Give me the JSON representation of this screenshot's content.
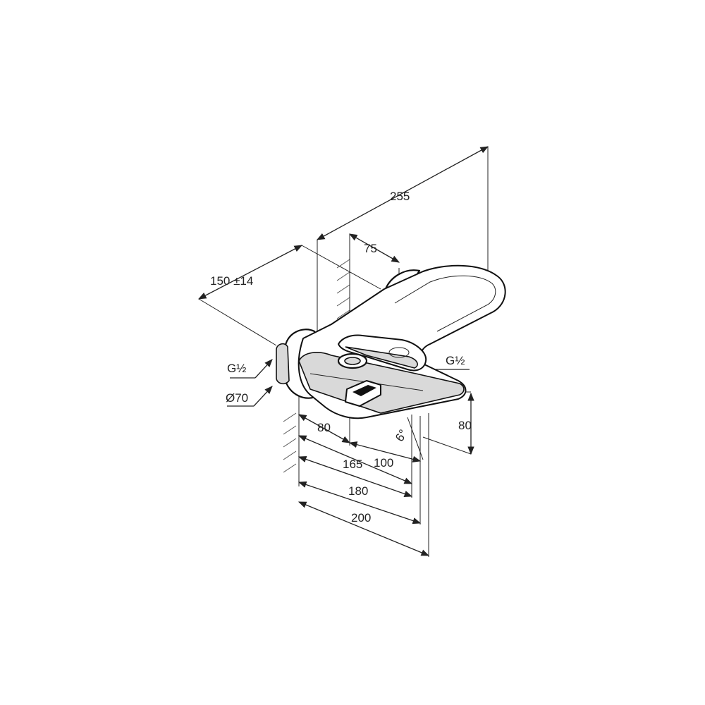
{
  "dimensions": {
    "overall_length": "255",
    "spout_offset": "75",
    "wall_distance": "150 ±14",
    "thread_left": "G½",
    "rosette_diameter": "Ø70",
    "thread_right": "G½",
    "spout_height": "80",
    "angle": "6°",
    "d80": "80",
    "d165": "165",
    "d100": "100",
    "d180": "180",
    "d200": "200"
  }
}
